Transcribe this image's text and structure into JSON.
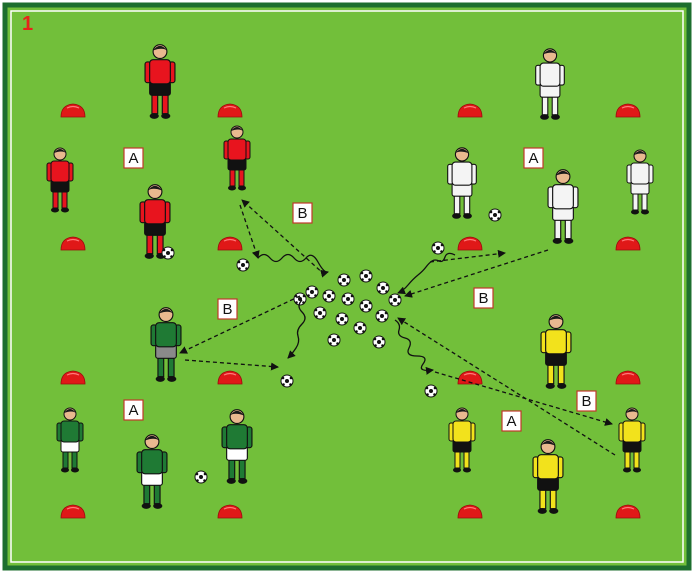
{
  "diagram": {
    "number": "1",
    "label_a": "A",
    "label_b": "B"
  },
  "colors": {
    "pitch": "#72bf3a",
    "pitch_border": "#1d6e2e",
    "cone": "#e01818",
    "team_red": "#e8141e",
    "team_white": "#f4f4f4",
    "team_green": "#1f7a34",
    "team_yellow": "#f2e21c",
    "label_border": "#c0392b"
  },
  "icons": [
    "cone-icon",
    "ball-icon",
    "player-icon",
    "pass-arrow",
    "dribble-arrow"
  ]
}
